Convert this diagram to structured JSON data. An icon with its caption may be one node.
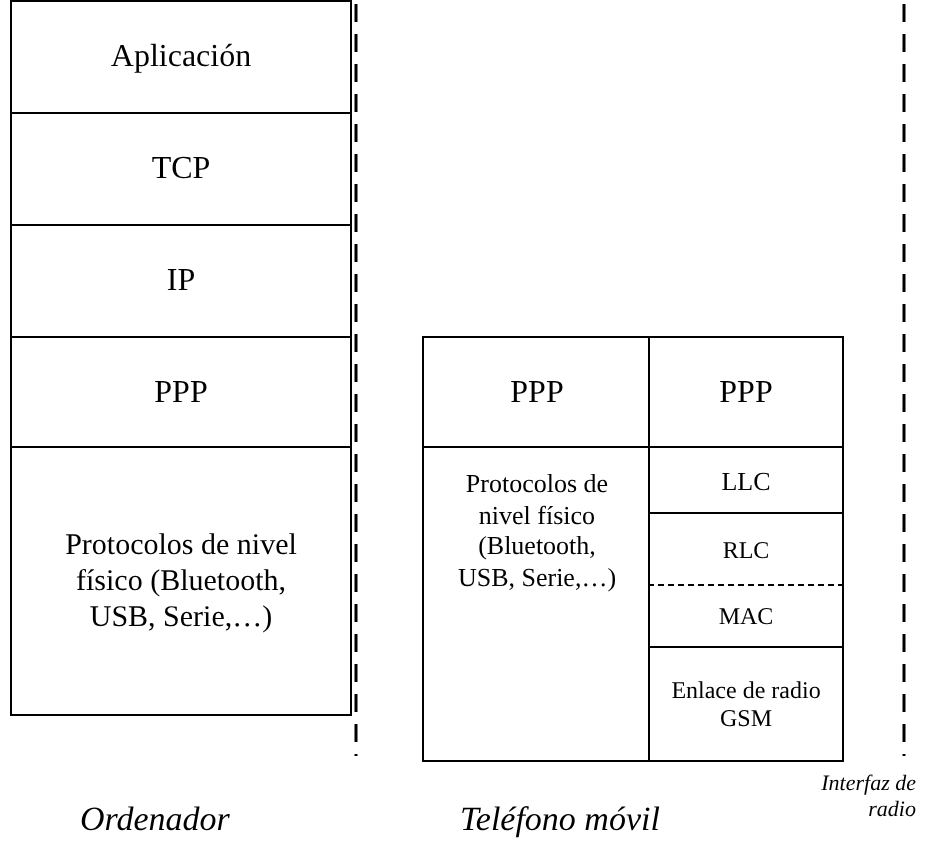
{
  "diagram": {
    "nodes": [
      {
        "text": [
          "Aplicación"
        ]
      },
      {
        "text": [
          "TCP"
        ]
      },
      {
        "text": [
          "IP"
        ]
      },
      {
        "text": [
          "PPP"
        ]
      },
      {
        "text": [
          "Protocolos de nivel físico (Bluetooth, USB, Serie,…)"
        ]
      },
      {
        "text": [
          "PPP"
        ]
      },
      {
        "text": [
          "PPP"
        ]
      },
      {
        "text": [
          "Protocolos de nivel físico (Bluetooth, USB, Serie,…)"
        ]
      },
      {
        "text": [
          "LLC"
        ]
      },
      {
        "text": [
          "RLC"
        ]
      },
      {
        "text": [
          "MAC"
        ]
      },
      {
        "text": [
          "Enlace de radio GSM"
        ]
      }
    ],
    "labels": [
      "Ordenador",
      "Teléfono móvil",
      "Interfaz de radio"
    ]
  }
}
